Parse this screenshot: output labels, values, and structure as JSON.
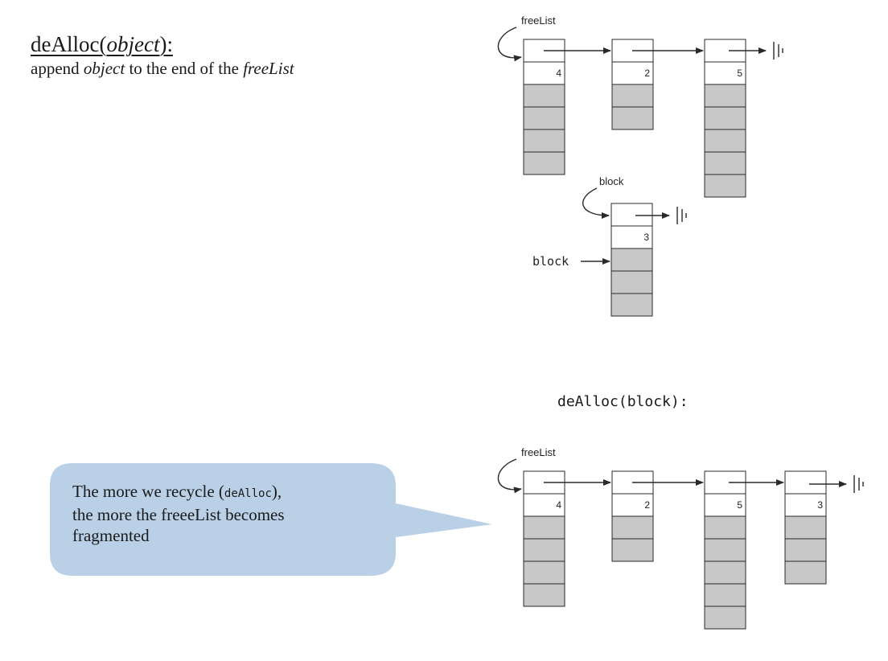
{
  "title": {
    "func": "deAlloc(",
    "arg": "object",
    "suffix": "):"
  },
  "subtitle": {
    "pre": "append ",
    "arg": "object",
    "mid": " to the end of the ",
    "list": "freeList"
  },
  "top_diagram": {
    "freelist_label": "freeList",
    "block_label": "block",
    "block_pointer_label": "block",
    "blocks": [
      {
        "size": "4",
        "gray_rows": 4
      },
      {
        "size": "2",
        "gray_rows": 2
      },
      {
        "size": "5",
        "gray_rows": 5
      }
    ],
    "new_block": {
      "size": "3",
      "gray_rows": 3
    }
  },
  "call_label": "deAlloc(block):",
  "bottom_diagram": {
    "freelist_label": "freeList",
    "blocks": [
      {
        "size": "4",
        "gray_rows": 4
      },
      {
        "size": "2",
        "gray_rows": 2
      },
      {
        "size": "5",
        "gray_rows": 5
      },
      {
        "size": "3",
        "gray_rows": 3
      }
    ]
  },
  "callout": {
    "line1_pre": "The more we recycle (",
    "line1_code": "deAlloc",
    "line1_post": "),",
    "line2": "the more the freeeList becomes",
    "line3": "fragmented"
  },
  "colors": {
    "gray_cell": "#c8c8c8",
    "callout_fill": "#b9d0e6",
    "stroke": "#2a2a2a"
  }
}
